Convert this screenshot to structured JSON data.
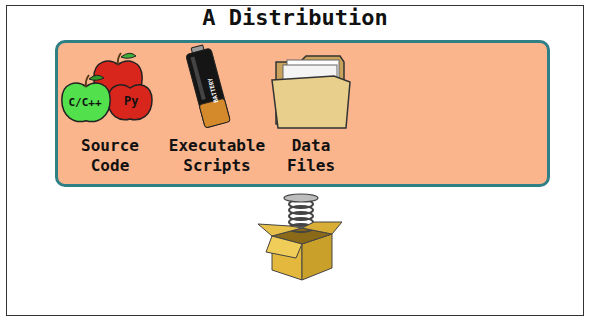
{
  "diagram": {
    "title": "A Distribution",
    "nodes": [
      {
        "text": [
          "Source Code",
          "Executable Scripts",
          "Data Files"
        ]
      }
    ],
    "labels": [
      "C/C++",
      "Py",
      "BATTERY"
    ]
  }
}
